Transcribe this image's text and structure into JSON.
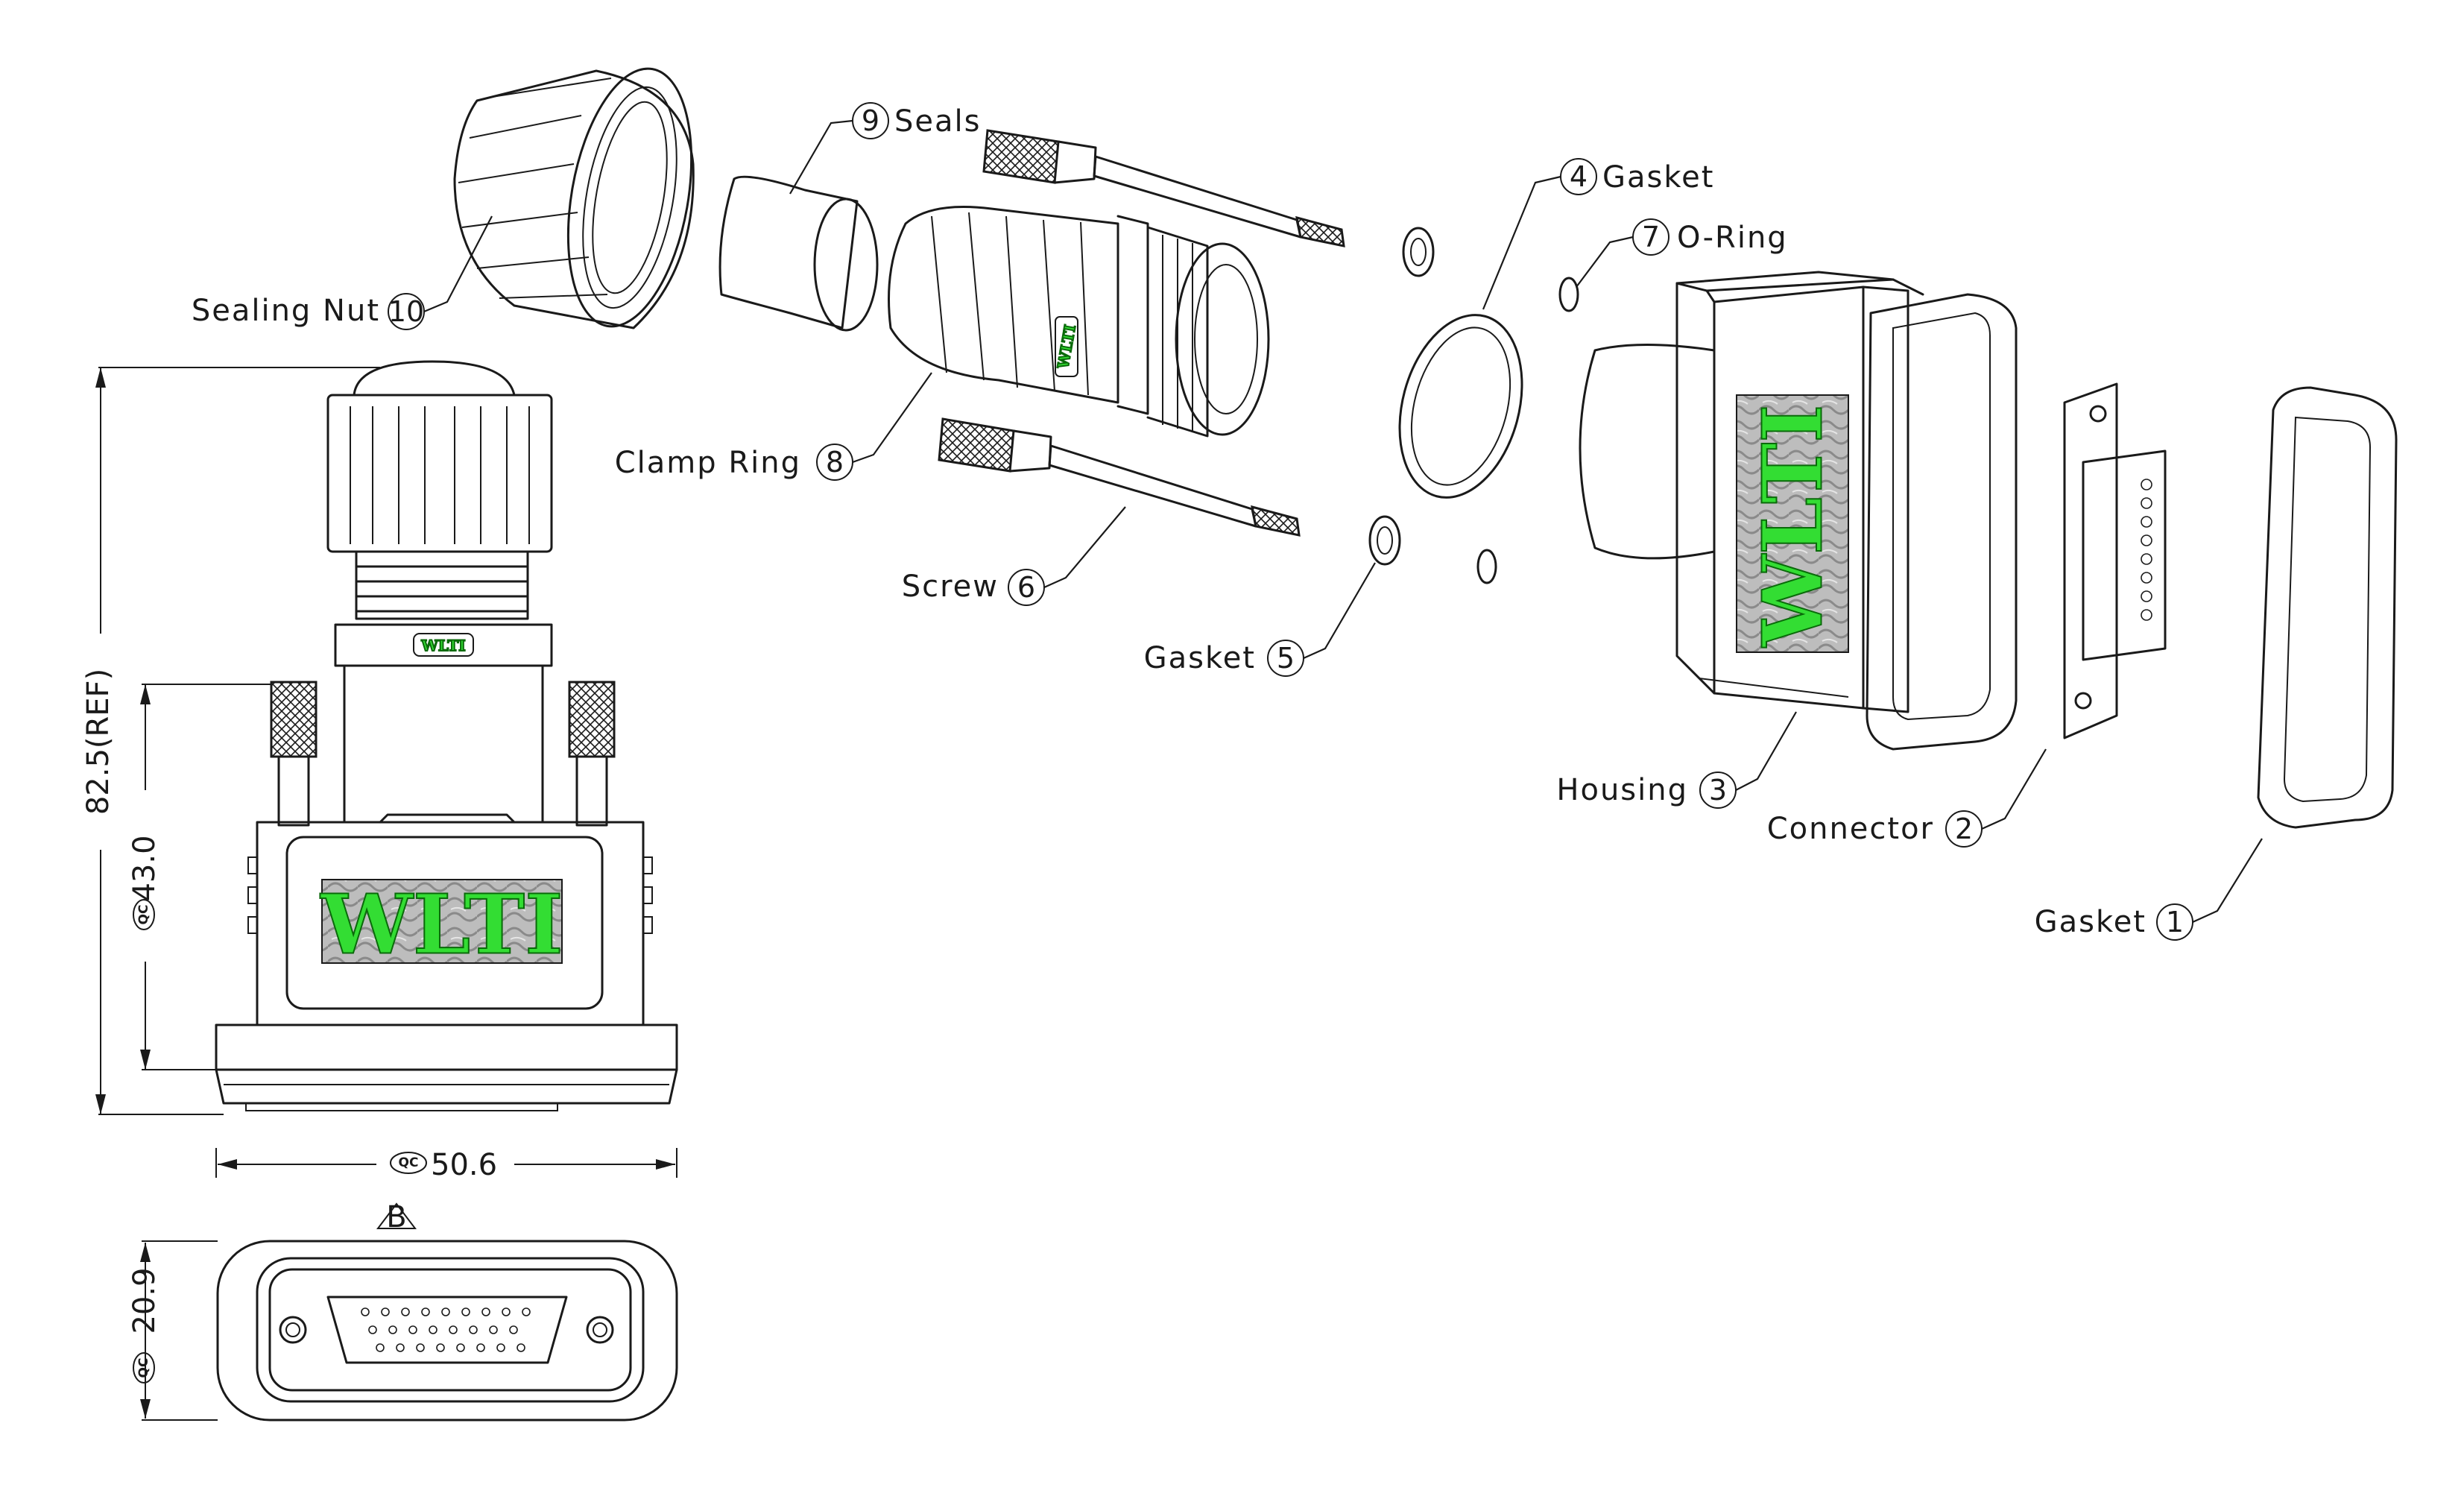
{
  "callouts": [
    {
      "number": "1",
      "label": "Gasket"
    },
    {
      "number": "2",
      "label": "Connector"
    },
    {
      "number": "3",
      "label": "Housing"
    },
    {
      "number": "4",
      "label": "Gasket"
    },
    {
      "number": "5",
      "label": "Gasket"
    },
    {
      "number": "6",
      "label": "Screw"
    },
    {
      "number": "7",
      "label": "O-Ring"
    },
    {
      "number": "8",
      "label": "Clamp  Ring"
    },
    {
      "number": "9",
      "label": "Seals"
    },
    {
      "number": "10",
      "label": "Sealing  Nut"
    }
  ],
  "dimensions": {
    "overall_height": "82.5(REF)",
    "body_height": "43.0",
    "width": "50.6",
    "depth": "20.9",
    "qc_mark": "QC",
    "datum": "B"
  },
  "logo_text": "WLTI",
  "colors": {
    "line": "#1a1a1a",
    "logo_green": "#33dd33",
    "logo_dark": "#0a6a0a",
    "background": "#ffffff"
  }
}
